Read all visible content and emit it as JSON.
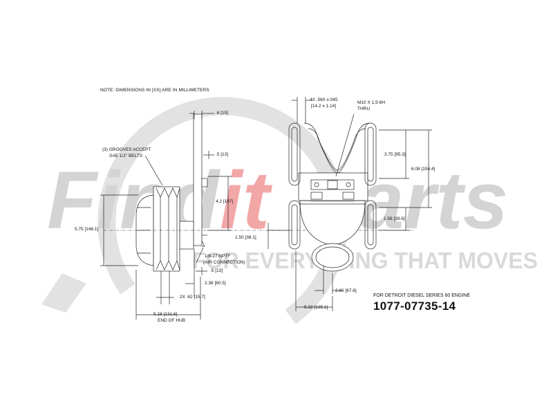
{
  "watermark": {
    "brand_part_1": "Find",
    "brand_part_2": "it",
    "brand_part_3": "Parts",
    "tagline": "FOR EVERYTHING THAT MOVES",
    "colors": {
      "gray": "#c9c9c9",
      "red": "#f2a7a7",
      "ring": "#e2e2e2"
    }
  },
  "drawing": {
    "note": "NOTE: DIMENSIONS IN [XX] ARE IN MILLIMETERS",
    "grooves_line1": "(3) GROOVES ACCEPT",
    "grooves_line2": "SAE 1/2\" BELTS",
    "dim_06": ".6 [15]",
    "dim_05_top": ".5 [13]",
    "dim_42": "4.2 [107]",
    "dim_575": "5.75 [146.1]",
    "dim_150": "1.50 [38.1]",
    "nptf_line1": "1/8-27 NPTF",
    "nptf_line2": "(AIR CONNECTION)",
    "dim_05_bottom": ".5 [13]",
    "dim_238": "2.38 [60.5]",
    "dim_2x62": "2X .62 [15.7]",
    "dim_518": "5.18 [131.6]",
    "end_of_hub": "END OF HUB",
    "dim_4x_line1": "4X .560 ±.045",
    "dim_4x_line2": "[14.2   ± 1.14]",
    "thread_line1": "M10 X 1.5-6H",
    "thread_line2": "THRU",
    "dim_375": "3.75 [95.3]",
    "dim_608": "6.08 [154.4]",
    "dim_156": "1.56 [39.6]",
    "dim_266": "2.66 [67.6]",
    "dim_532": "5.32 [135.1]",
    "engine": "FOR DETROIT DIESEL SERIES 60 ENGINE",
    "part_number": "1077-07735-14"
  }
}
